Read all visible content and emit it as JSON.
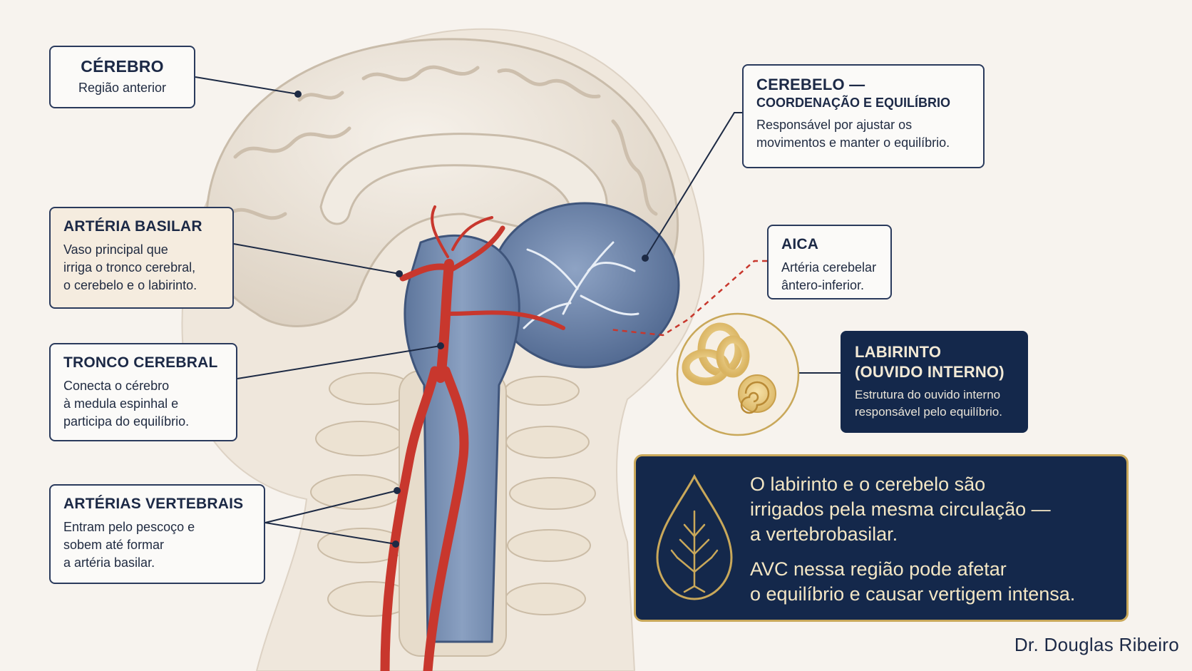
{
  "labels": {
    "cerebro": {
      "title": "CÉREBRO",
      "desc": "Região anterior"
    },
    "arteria_basilar": {
      "title": "ARTÉRIA BASILAR",
      "desc": [
        "Vaso principal que",
        "irriga o tronco cerebral,",
        "o cerebelo e o labirinto."
      ]
    },
    "tronco_cerebral": {
      "title": "TRONCO CEREBRAL",
      "desc": [
        "Conecta o cérebro",
        "à medula espinhal e",
        "participa do equilíbrio."
      ]
    },
    "arterias_vertebrais": {
      "title": "ARTÉRIAS VERTEBRAIS",
      "desc": [
        "Entram pelo pescoço e",
        "sobem até formar",
        "a artéria basilar."
      ]
    },
    "cerebelo": {
      "title": "CEREBELO —",
      "subtitle": "COORDENAÇÃO E EQUILÍBRIO",
      "desc": [
        "Responsável por ajustar os",
        "movimentos e manter o equilíbrio."
      ]
    },
    "aica": {
      "title": "AICA",
      "desc": [
        "Artéria cerebelar",
        "ântero-inferior."
      ]
    },
    "labirinto": {
      "title": [
        "LABIRINTO",
        "(OUVIDO INTERNO)"
      ],
      "desc": [
        "Estrutura do ouvido interno",
        "responsável pelo equilíbrio."
      ]
    }
  },
  "callout": {
    "icon": "drop-tree-icon",
    "lines_1": [
      "O labirinto e o cerebelo são",
      "irrigados pela mesma circulação —",
      "a vertebrobasilar."
    ],
    "lines_2": [
      "AVC nessa região pode afetar",
      "o equilíbrio e causar vertigem intensa."
    ]
  },
  "signature": "Dr. Douglas Ribeiro",
  "colors": {
    "background": "#f7f3ee",
    "navy": "#14284b",
    "gold": "#c9a85a",
    "artery_red": "#c8372d",
    "cerebellum_blue": "#6f86aa",
    "brain_beige": "#e6ddd0"
  }
}
